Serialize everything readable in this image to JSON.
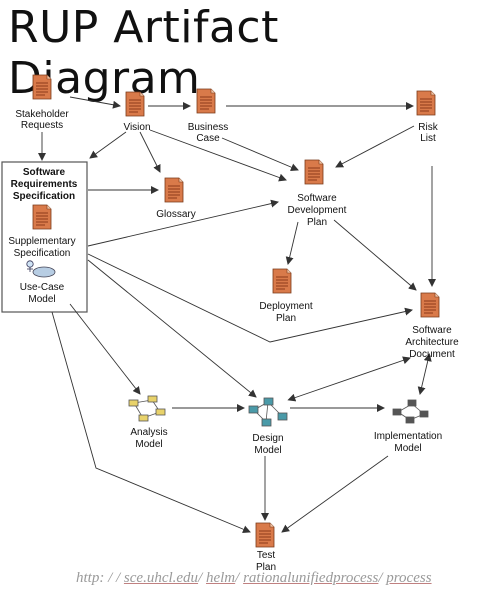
{
  "title": "RUP Artifact Diagram",
  "source": {
    "prefix": "http: / / ",
    "part1": "sce.uhcl.edu",
    "sep1": "/ ",
    "part2": "helm",
    "sep2": "/ ",
    "part3": "rationalunifiedprocess",
    "sep3": "/ ",
    "part4": "process"
  },
  "nodes": {
    "stakeholder_requests": [
      "Stakeholder",
      "Requests"
    ],
    "vision": [
      "Vision"
    ],
    "business_case": [
      "Business",
      "Case"
    ],
    "risk_list": [
      "Risk",
      "List"
    ],
    "srs": [
      "Software",
      "Requirements",
      "Specification"
    ],
    "glossary": [
      "Glossary"
    ],
    "sdp": [
      "Software",
      "Development",
      "Plan"
    ],
    "supplementary_spec": [
      "Supplementary",
      "Specification"
    ],
    "use_case_model": [
      "Use-Case",
      "Model"
    ],
    "deployment_plan": [
      "Deployment",
      "Plan"
    ],
    "sad": [
      "Software",
      "Architecture",
      "Document"
    ],
    "analysis_model": [
      "Analysis",
      "Model"
    ],
    "design_model": [
      "Design",
      "Model"
    ],
    "implementation_model": [
      "Implementation",
      "Model"
    ],
    "test_plan": [
      "Test",
      "Plan"
    ]
  }
}
